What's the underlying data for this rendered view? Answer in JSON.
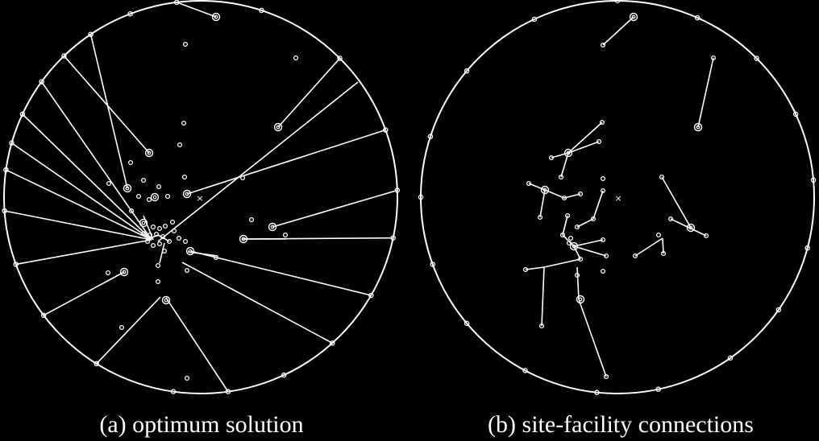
{
  "colors": {
    "background": "#000000",
    "stroke": "#ffffff"
  },
  "panels": [
    {
      "id": "a",
      "caption": "(a)  optimum solution",
      "center_marker": "×"
    },
    {
      "id": "b",
      "caption": "(b)  site-facility connections",
      "center_marker": "×"
    }
  ]
}
